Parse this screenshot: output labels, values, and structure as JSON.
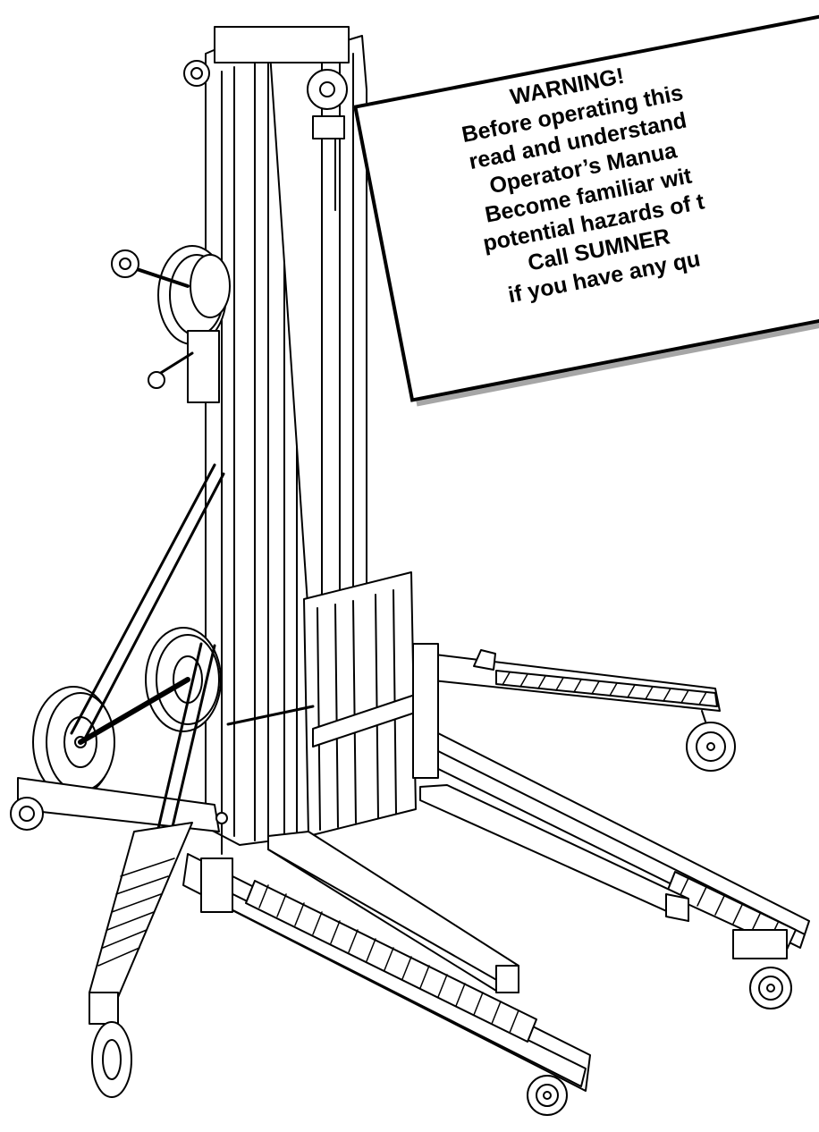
{
  "warning": {
    "lines": [
      "WARNING!",
      "Before operating this",
      "read and understand",
      "Operator’s Manua",
      "Become familiar wit",
      "potential hazards of t",
      "Call SUMNER",
      "if you have any qu"
    ]
  },
  "colors": {
    "line": "#000000",
    "background": "#ffffff"
  },
  "icons": [
    "material-lift-illustration"
  ]
}
